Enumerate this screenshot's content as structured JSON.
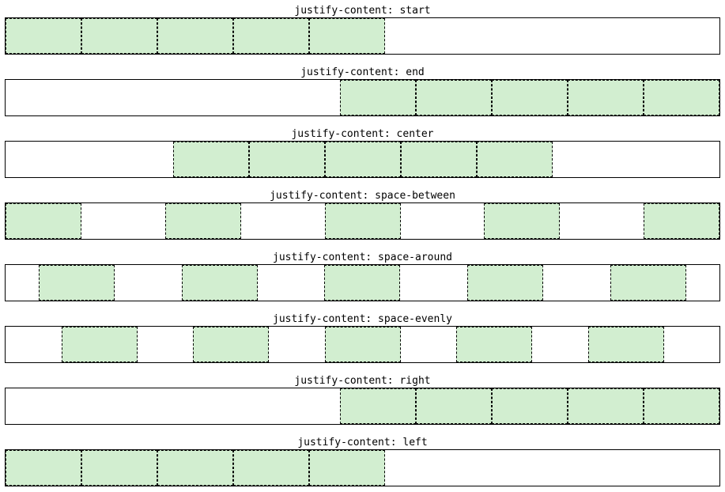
{
  "colors": {
    "box_fill": "#d2eed0",
    "border": "#000000",
    "text": "#000000",
    "background": "#ffffff"
  },
  "demos": [
    {
      "label": "justify-content: start",
      "mode": "start",
      "items": 5
    },
    {
      "label": "justify-content: end",
      "mode": "end",
      "items": 5
    },
    {
      "label": "justify-content: center",
      "mode": "center",
      "items": 5
    },
    {
      "label": "justify-content: space-between",
      "mode": "space-between",
      "items": 5
    },
    {
      "label": "justify-content: space-around",
      "mode": "space-around",
      "items": 5
    },
    {
      "label": "justify-content: space-evenly",
      "mode": "space-evenly",
      "items": 5
    },
    {
      "label": "justify-content: right",
      "mode": "right",
      "items": 5
    },
    {
      "label": "justify-content: left",
      "mode": "left",
      "items": 5
    }
  ]
}
